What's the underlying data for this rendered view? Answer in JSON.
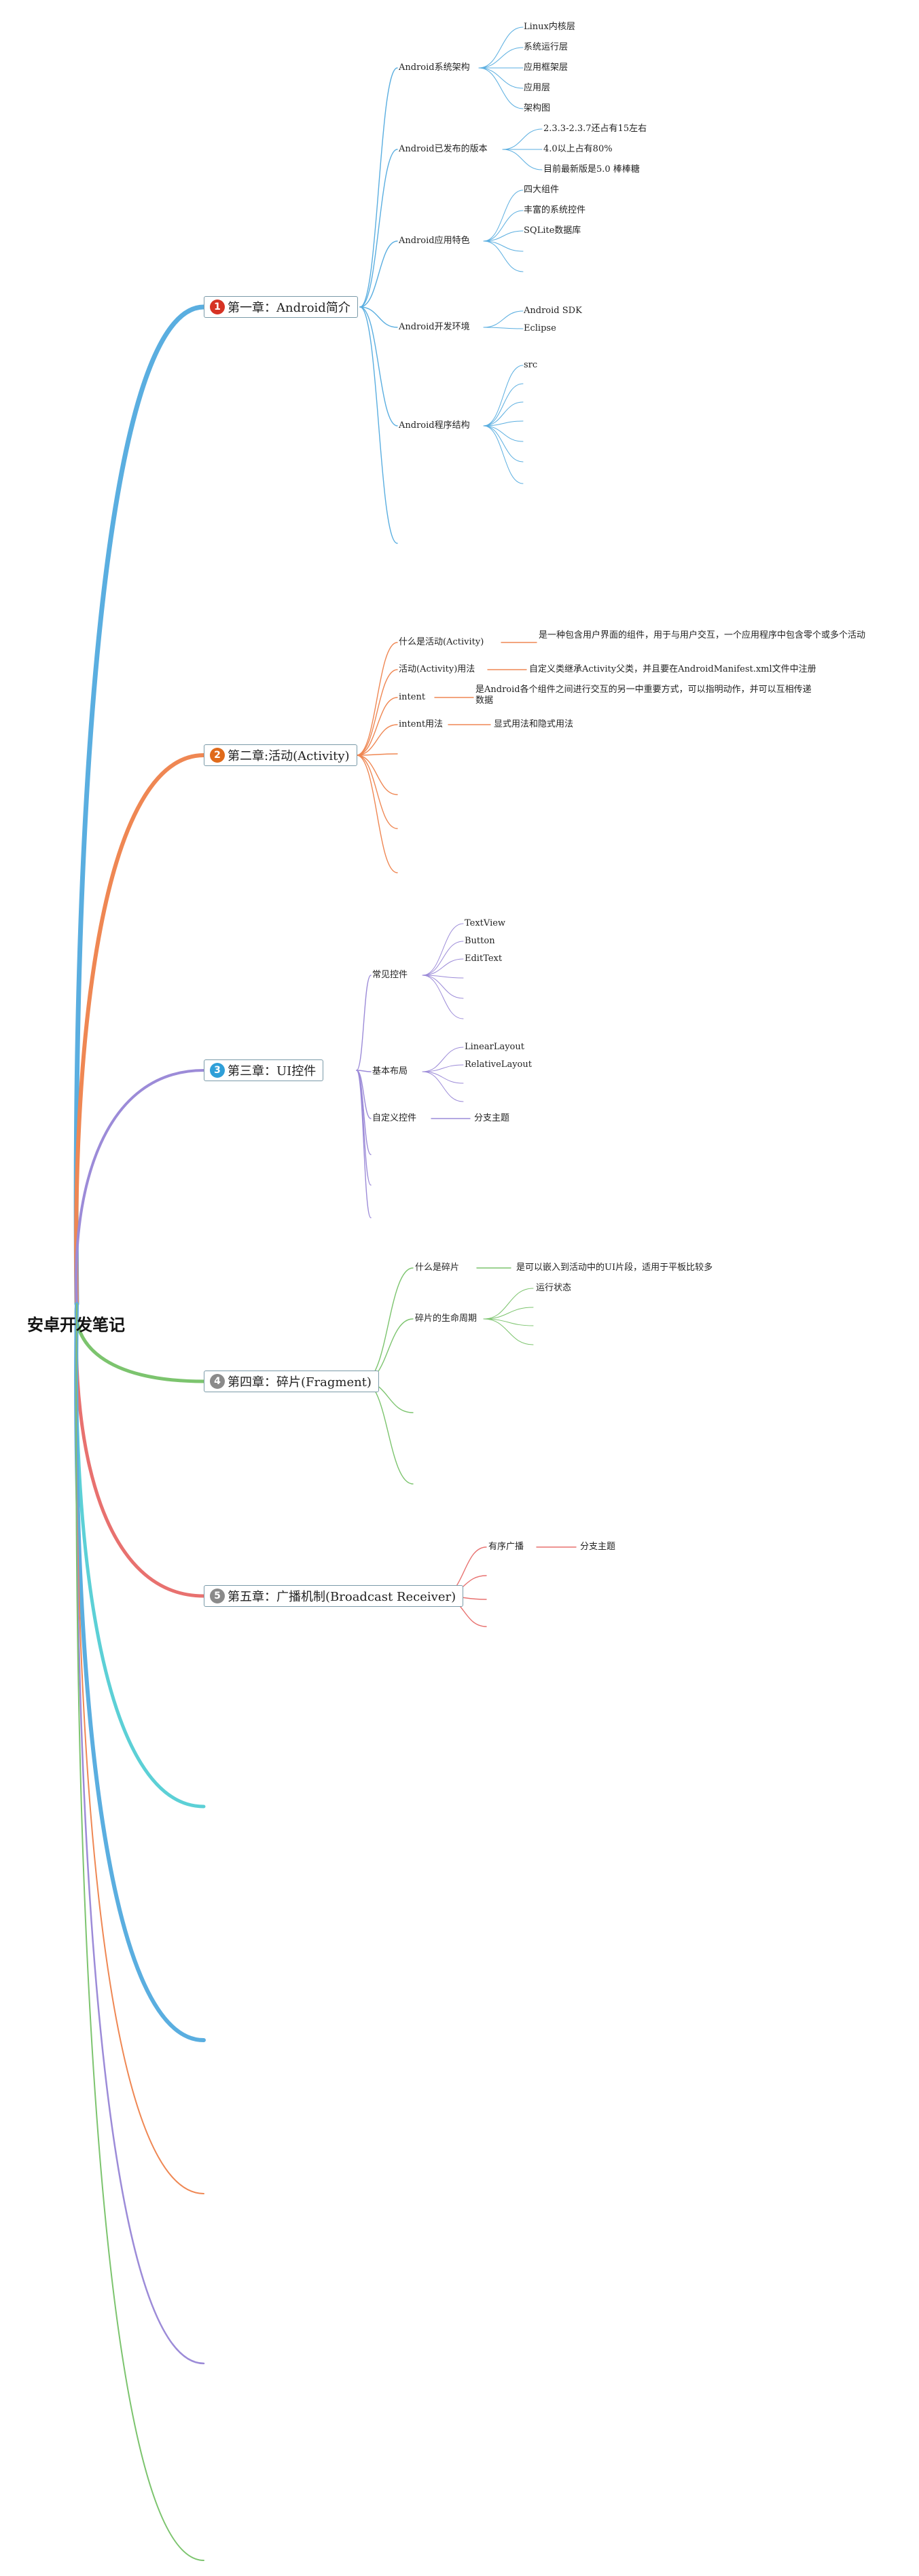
{
  "root": {
    "title": "安卓开发笔记"
  },
  "colors": {
    "ch1": "#5aaee0",
    "ch2": "#ef8753",
    "ch3": "#9c8bd8",
    "ch4": "#7cc46e",
    "ch5": "#e8716f",
    "ch6": "#5cd0d6",
    "badge1": "#d63324",
    "badge2": "#e06b1b",
    "badge3": "#2f9fd8",
    "badge4": "#8a8a8a",
    "badge5": "#8a8a8a"
  },
  "chapters": [
    {
      "number": "1",
      "title": "第一章：Android简介",
      "topics": [
        {
          "label": "Android系统架构",
          "items": [
            "Linux内核层",
            "系统运行层",
            "应用框架层",
            "应用层",
            "架构图"
          ]
        },
        {
          "label": "Android已发布的版本",
          "items": [
            "2.3.3-2.3.7还占有15左右",
            "4.0以上占有80%",
            "目前最新版是5.0 棒棒糖"
          ]
        },
        {
          "label": "Android应用特色",
          "items": [
            "四大组件",
            "丰富的系统控件",
            "SQLite数据库"
          ]
        },
        {
          "label": "Android开发环境",
          "items": [
            "Android SDK",
            "Eclipse"
          ]
        },
        {
          "label": "Android程序结构",
          "items": [
            "src"
          ]
        }
      ]
    },
    {
      "number": "2",
      "title": "第二章:活动(Activity)",
      "topics": [
        {
          "label": "什么是活动(Activity)",
          "detail": "是一种包含用户界面的组件，用于与用户交互，一个应用程序中包含零个或多个活动"
        },
        {
          "label": "活动(Activity)用法",
          "detail": "自定义类继承Activity父类，并且要在AndroidManifest.xml文件中注册"
        },
        {
          "label": "intent",
          "detail": "是Android各个组件之间进行交互的另一中重要方式，可以指明动作，并可以互相传递数据"
        },
        {
          "label": "intent用法",
          "detail": "显式用法和隐式用法"
        }
      ]
    },
    {
      "number": "3",
      "title": "第三章：UI控件",
      "topics": [
        {
          "label": "常见控件",
          "items": [
            "TextView",
            "Button",
            "EditText"
          ]
        },
        {
          "label": "基本布局",
          "items": [
            "LinearLayout",
            "RelativeLayout"
          ]
        },
        {
          "label": "自定义控件",
          "detail": "分支主题"
        }
      ]
    },
    {
      "number": "4",
      "title": "第四章：碎片(Fragment)",
      "topics": [
        {
          "label": "什么是碎片",
          "detail": "是可以嵌入到活动中的UI片段，适用于平板比较多"
        },
        {
          "label": "碎片的生命周期",
          "items": [
            "运行状态"
          ]
        }
      ]
    },
    {
      "number": "5",
      "title": "第五章：广播机制(Broadcast Receiver)",
      "topics": [
        {
          "label": "有序广播",
          "detail": "分支主题"
        }
      ]
    }
  ]
}
